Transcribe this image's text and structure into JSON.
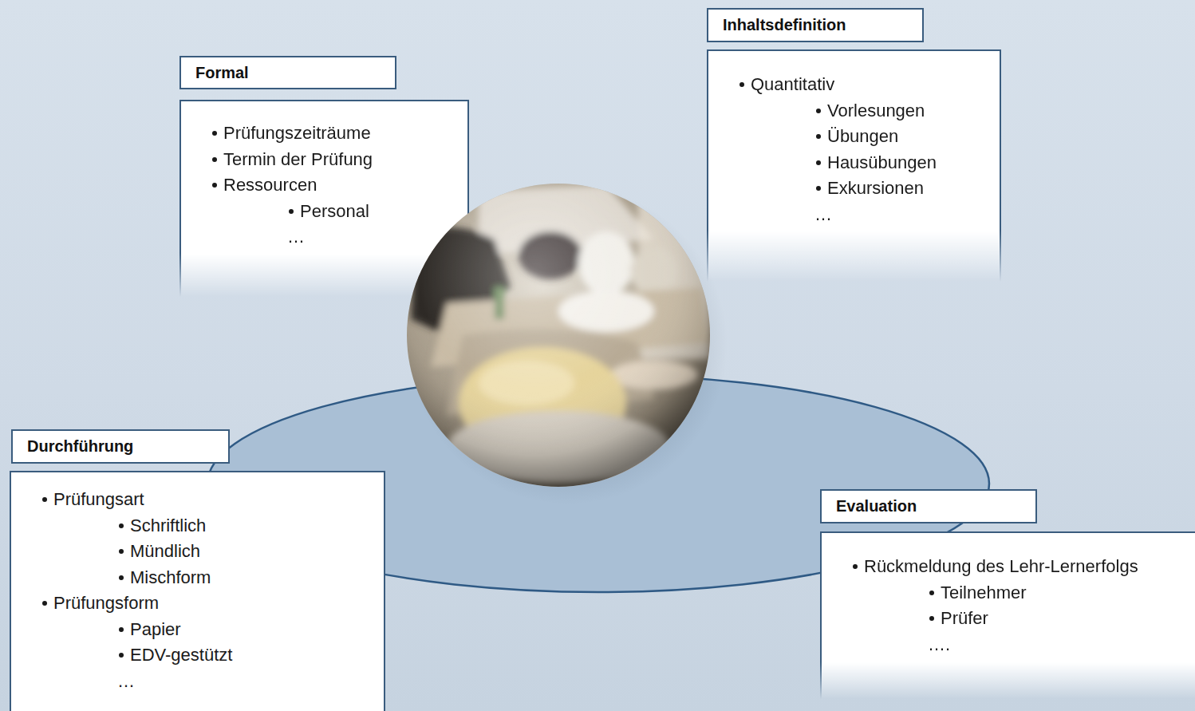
{
  "diagram": {
    "nodes": [
      {
        "text": [
          "Formal"
        ]
      },
      {
        "text": [
          "Prüfungszeiträume",
          "Termin der Prüfung",
          "Ressourcen",
          "Personal",
          "…"
        ]
      },
      {
        "text": [
          "Inhaltsdefinition"
        ]
      },
      {
        "text": [
          "Quantitativ",
          "Vorlesungen",
          "Übungen",
          "Hausübungen",
          "Exkursionen",
          "…"
        ]
      },
      {
        "text": [
          "Durchführung"
        ]
      },
      {
        "text": [
          "Prüfungsart",
          "Schriftlich",
          "Mündlich",
          "Mischform",
          "Prüfungsform",
          "Papier",
          "EDV-gestützt",
          "…"
        ]
      },
      {
        "text": [
          "Evaluation"
        ]
      },
      {
        "text": [
          "Rückmeldung des Lehr-Lernerfolgs",
          "Teilnehmer",
          "Prüfer",
          "…."
        ]
      }
    ]
  }
}
